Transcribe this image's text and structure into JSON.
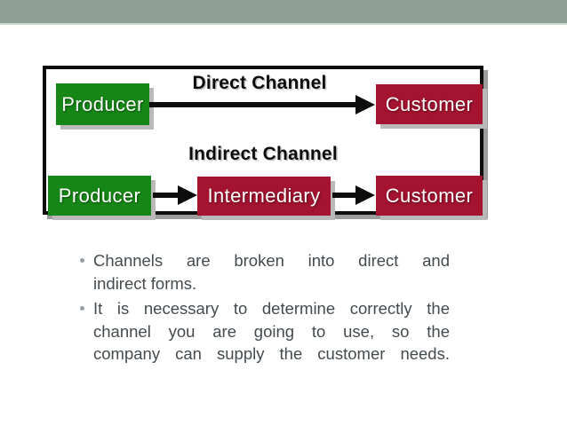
{
  "colors": {
    "top_bar": "#8e9f95",
    "top_bar_edge": "#cfd8d1",
    "producer_green": "#168716",
    "customer_red": "#a41330",
    "arrow_black": "#0d0d0d",
    "body_text": "#444b4f",
    "bullet_dot": "#98a0a4"
  },
  "diagram": {
    "direct": {
      "title": "Direct Channel",
      "producer_label": "Producer",
      "customer_label": "Customer"
    },
    "indirect": {
      "title": "Indirect Channel",
      "producer_label": "Producer",
      "intermediary_label": "Intermediary",
      "customer_label": "Customer"
    }
  },
  "bullets": [
    {
      "lines": [
        "Channels are broken into direct and",
        "indirect forms."
      ]
    },
    {
      "lines": [
        "It is necessary to determine correctly the",
        "channel you are going to use, so the",
        "company can supply the customer needs."
      ]
    }
  ]
}
